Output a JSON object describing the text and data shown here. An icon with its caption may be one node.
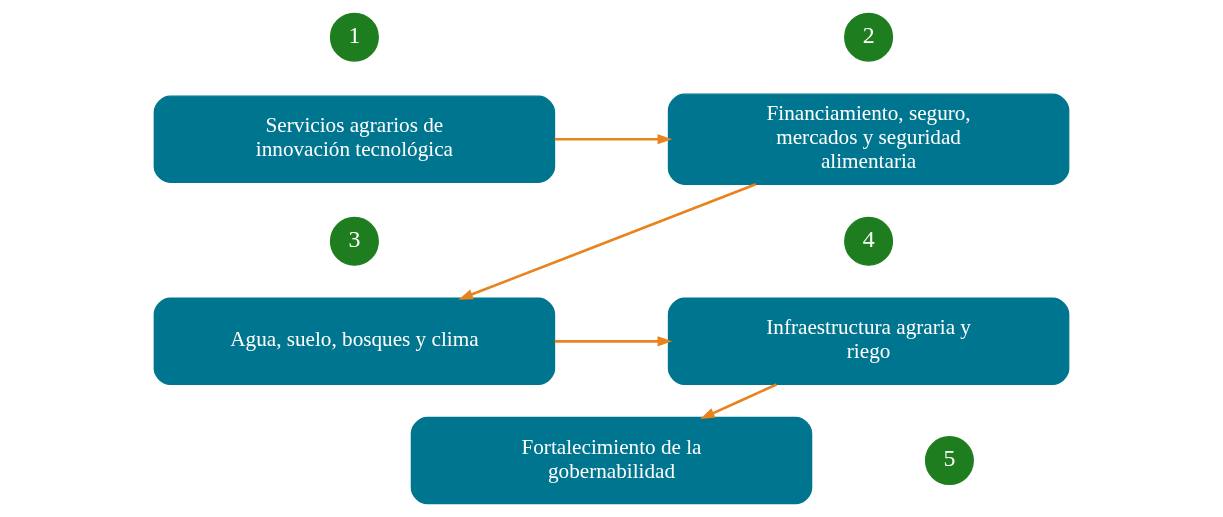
{
  "diagram": {
    "nodes": [
      {
        "text": [
          "1"
        ]
      },
      {
        "text": [
          "Servicios agrarios de innovación tecnológica"
        ]
      },
      {
        "text": [
          "2"
        ]
      },
      {
        "text": [
          "Financiamiento, seguro, mercados y seguridad alimentaria"
        ]
      },
      {
        "text": [
          "3"
        ]
      },
      {
        "text": [
          "Agua, suelo, bosques y clima"
        ]
      },
      {
        "text": [
          "4"
        ]
      },
      {
        "text": [
          "Infraestructura agraria y riego"
        ]
      },
      {
        "text": [
          "Fortalecimiento de la gobernabilidad"
        ]
      },
      {
        "text": [
          "5"
        ]
      }
    ],
    "edges": [
      {
        "from": 1,
        "to": 3,
        "arrow": "to"
      },
      {
        "from": 3,
        "to": 5,
        "arrow": "to"
      },
      {
        "from": 5,
        "to": 7,
        "arrow": "to"
      },
      {
        "from": 7,
        "to": 8,
        "arrow": "to"
      }
    ]
  }
}
